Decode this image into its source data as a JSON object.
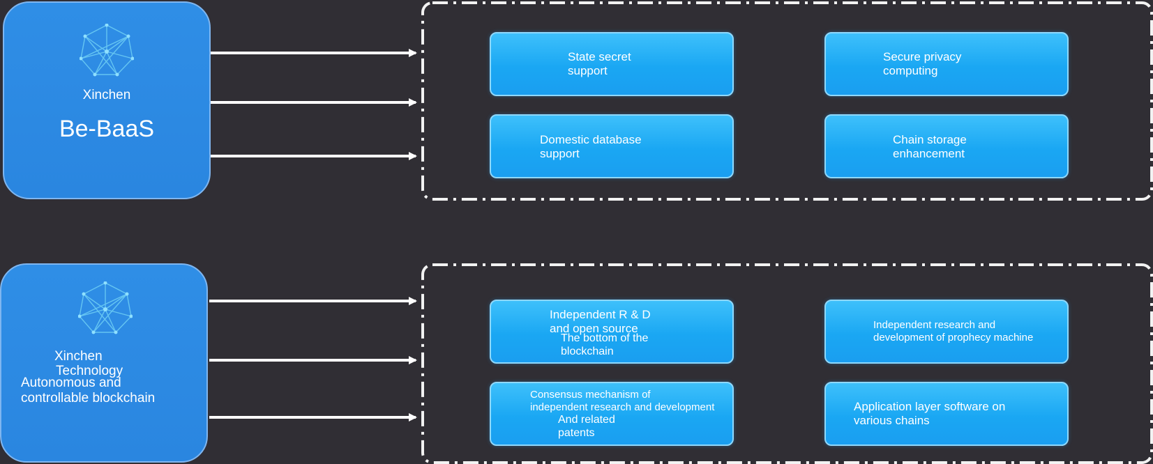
{
  "sources": [
    {
      "company": "Xinchen",
      "title": "Be-BaaS"
    },
    {
      "company_line1": "Xinchen",
      "company_line2": "Technology",
      "title_line1": "Autonomous and",
      "title_line2": "controllable blockchain"
    }
  ],
  "features_top": [
    {
      "line1": "State secret",
      "line2": "support"
    },
    {
      "line1": "Secure privacy",
      "line2": "computing"
    },
    {
      "line1": "Domestic database",
      "line2": "support"
    },
    {
      "line1": "Chain storage",
      "line2": "enhancement"
    }
  ],
  "features_bottom": [
    {
      "line1": "Independent R & D",
      "line2": "and open source",
      "line3": "The bottom of the",
      "line4": "blockchain"
    },
    {
      "line1": "Independent research and",
      "line2": "development of prophecy machine"
    },
    {
      "line1": "Consensus mechanism of",
      "line2": "independent research and development",
      "line3": "And related",
      "line4": "patents"
    },
    {
      "line1": "Application layer software on",
      "line2": "various chains"
    }
  ],
  "colors": {
    "background": "#302e34",
    "source_box": "#2f8ee6",
    "feature_box": "#1aa7f3",
    "connector": "#ffffff"
  },
  "icons": {
    "logo": "polyhedron-network-icon",
    "arrow": "arrow-right-icon"
  }
}
